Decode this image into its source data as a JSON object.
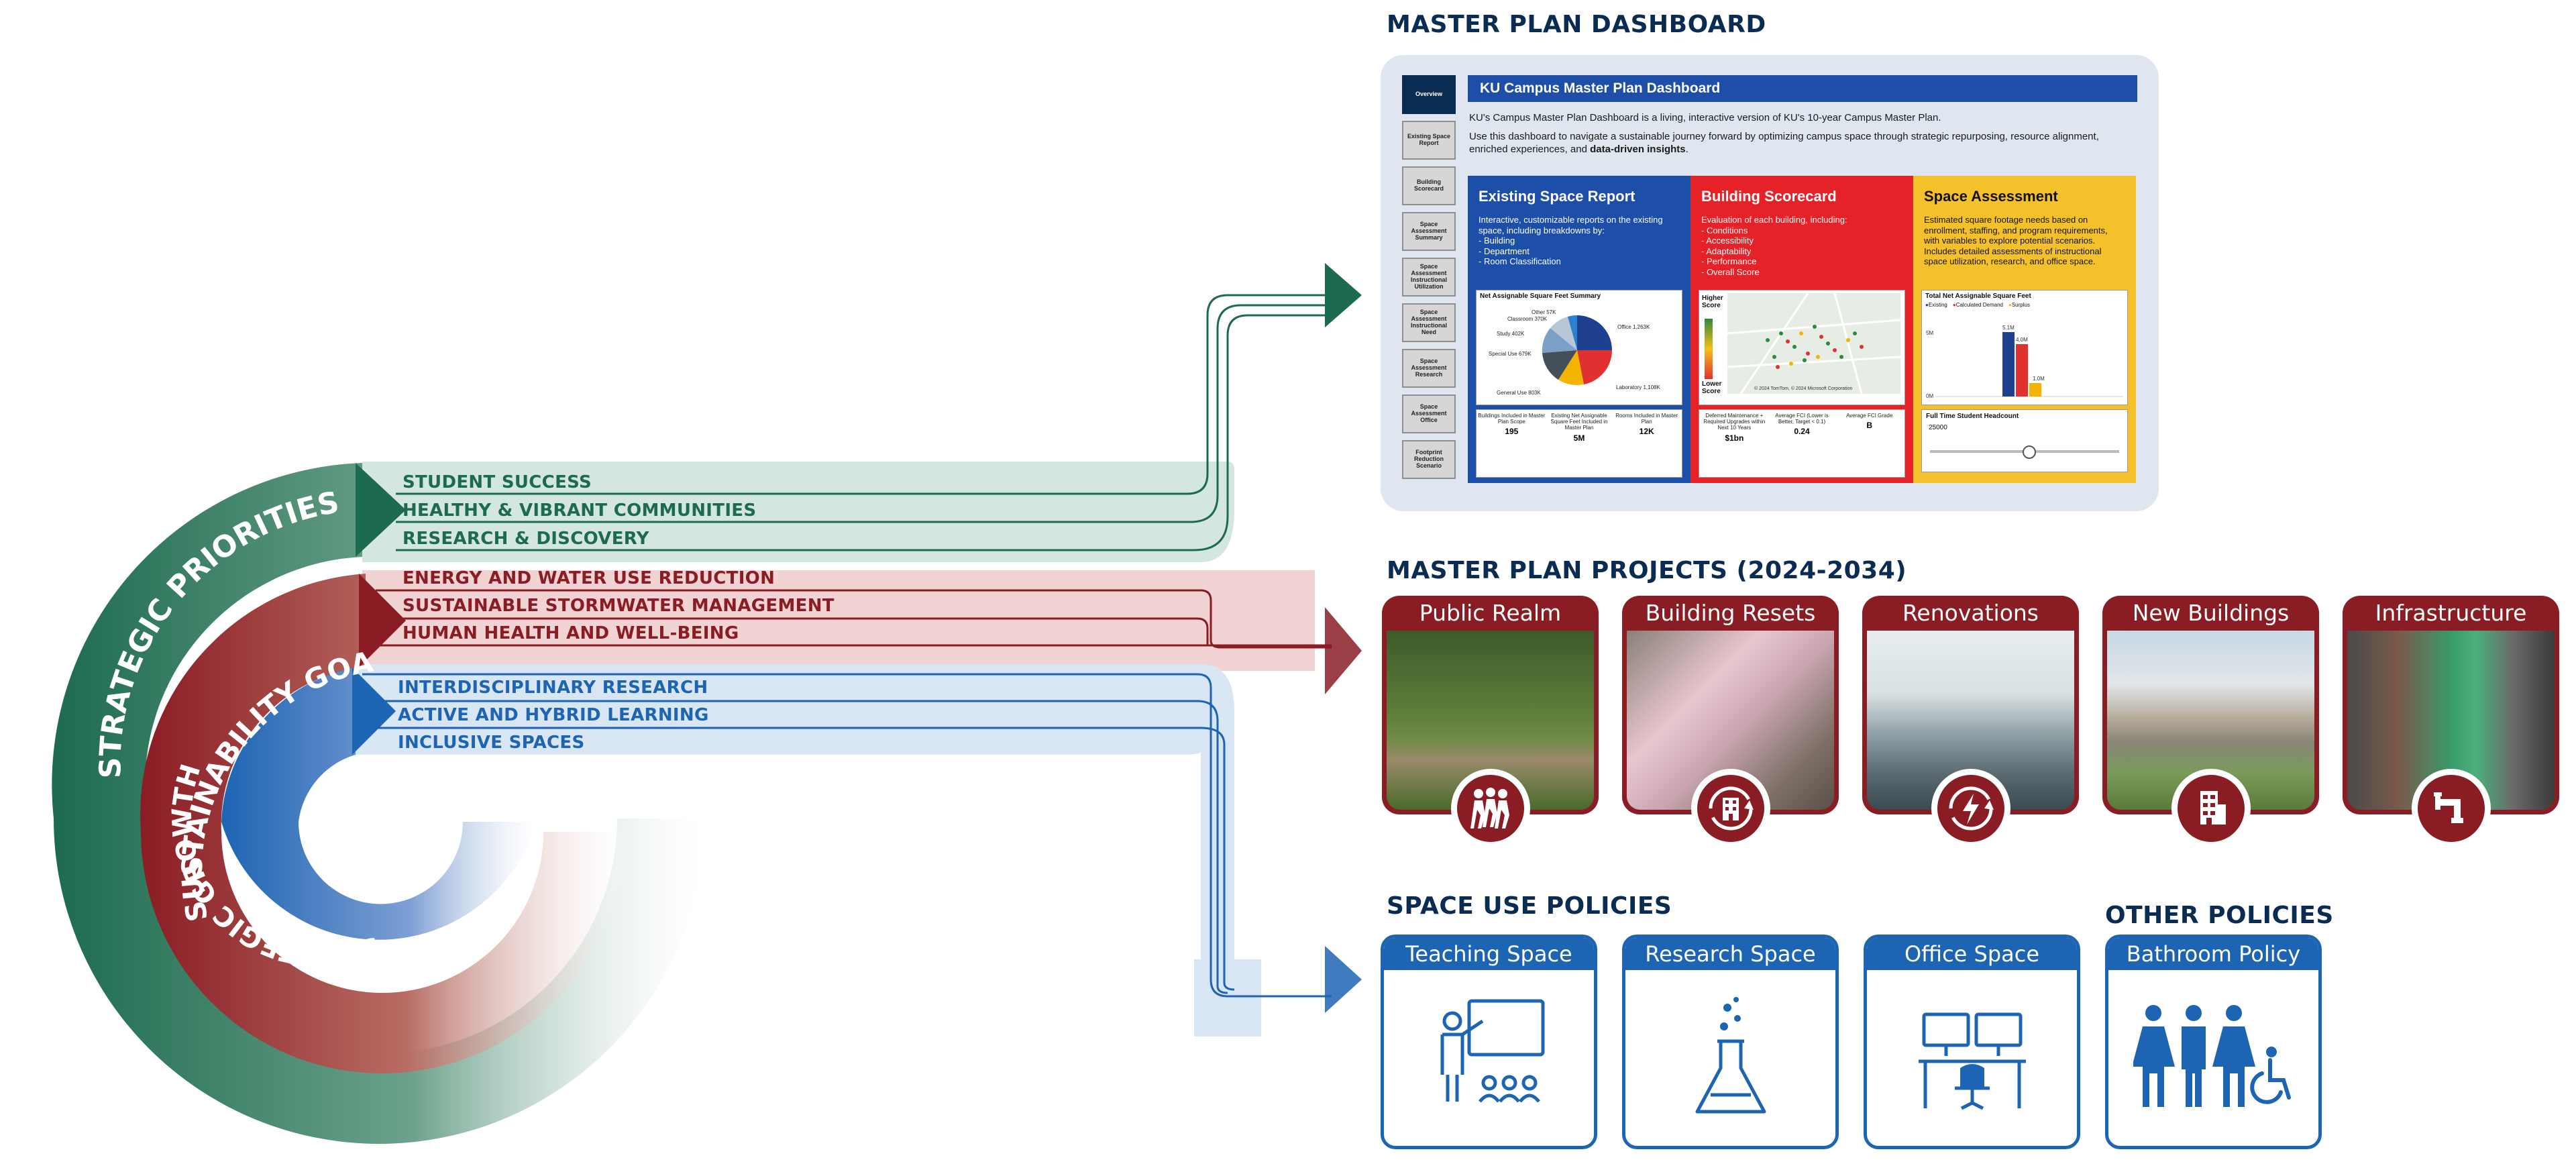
{
  "headings": {
    "dashboard": "MASTER PLAN DASHBOARD",
    "projects": "MASTER PLAN PROJECTS (2024-2034)",
    "space_use": "SPACE USE POLICIES",
    "other": "OTHER POLICIES"
  },
  "rings": {
    "outer": "STRATEGIC PRIORITIES",
    "middle": "SUSTAINABILITY GOALS",
    "inner": "STRATEGIC GROWTH"
  },
  "bands": {
    "green": [
      "STUDENT SUCCESS",
      "HEALTHY & VIBRANT COMMUNITIES",
      "RESEARCH & DISCOVERY"
    ],
    "red": [
      "ENERGY AND WATER USE REDUCTION",
      "SUSTAINABLE STORMWATER MANAGEMENT",
      "HUMAN HEALTH AND WELL-BEING"
    ],
    "blue": [
      "INTERDISCIPLINARY RESEARCH",
      "ACTIVE AND HYBRID LEARNING",
      "INCLUSIVE SPACES"
    ]
  },
  "colors": {
    "green": "#1d6b4f",
    "red": "#8a1c24",
    "blue": "#1d64b3",
    "navy": "#0b2c52",
    "yellow": "#f5c12a"
  },
  "dashboard": {
    "nav": [
      "Overview",
      "Existing Space Report",
      "Building Scorecard",
      "Space Assessment Summary",
      "Space Assessment Instructional Utilization",
      "Space Assessment Instructional Need",
      "Space Assessment Research",
      "Space Assessment Office",
      "Footprint Reduction Scenario"
    ],
    "title": "KU Campus Master Plan Dashboard",
    "intro1": "KU's Campus Master Plan Dashboard is a living, interactive version of KU's 10-year Campus Master Plan.",
    "intro2": "Use this dashboard to navigate a sustainable journey forward by optimizing campus space through strategic repurposing, resource alignment, enriched experiences, and",
    "intro2_bold": "data-driven insights",
    "intro2_end": ".",
    "cards": [
      {
        "title": "Existing Space Report",
        "desc": "Interactive, customizable reports on the existing space, including breakdowns by:\n- Building\n- Department\n- Room Classification",
        "chart_title": "Net Assignable Square Feet Summary",
        "pie_labels": [
          "Office 1,263K",
          "Laboratory 1,108K",
          "General Use 803K",
          "Special Use 679K",
          "Study 402K",
          "Classroom 370K",
          "Other 57K"
        ],
        "stats": [
          {
            "label": "Buildings Included in Master Plan Scope",
            "value": "195"
          },
          {
            "label": "Existing Net Assignable Square Feet Included in Master Plan",
            "value": "5M"
          },
          {
            "label": "Rooms Included in Master Plan",
            "value": "12K"
          }
        ]
      },
      {
        "title": "Building Scorecard",
        "desc": "Evaluation of each building, including:\n- Conditions\n- Accessibility\n- Adaptability\n- Performance\n- Overall Score",
        "higher": "Higher Score",
        "lower": "Lower Score",
        "copyright": "© 2024 TomTom, © 2024 Microsoft Corporation",
        "stats": [
          {
            "label": "Deferred Maintenance + Required Upgrades within Next 10 Years",
            "value": "$1bn"
          },
          {
            "label": "Average FCI (Lower is Better, Target < 0.1)",
            "value": "0.24"
          },
          {
            "label": "Average FCI Grade",
            "value": "B"
          }
        ]
      },
      {
        "title": "Space Assessment",
        "desc": "Estimated square footage needs based on enrollment, staffing, and program requirements, with variables to explore potential scenarios. Includes detailed assessments of instructional space utilization, research, and office space.",
        "chart_title": "Total Net Assignable Square Feet",
        "legend": [
          "Existing",
          "Calculated Demand",
          "Surplus"
        ],
        "ylabels": [
          "5M",
          "0M"
        ],
        "bar_labels": [
          "5.1M",
          "4.0M",
          "1.0M"
        ],
        "slider_label": "Full Time Student Headcount",
        "slider_value": "25000"
      }
    ]
  },
  "projects": [
    {
      "title": "Public Realm",
      "icon": "people-walking-icon"
    },
    {
      "title": "Building Resets",
      "icon": "building-refresh-icon"
    },
    {
      "title": "Renovations",
      "icon": "refresh-bolt-icon"
    },
    {
      "title": "New Buildings",
      "icon": "building-icon"
    },
    {
      "title": "Infrastructure",
      "icon": "pipe-icon"
    }
  ],
  "policies": [
    {
      "title": "Teaching Space",
      "icon": "teacher-board-icon"
    },
    {
      "title": "Research Space",
      "icon": "flask-icon"
    },
    {
      "title": "Office Space",
      "icon": "desk-monitors-icon"
    },
    {
      "title": "Bathroom Policy",
      "icon": "restroom-icon"
    }
  ]
}
